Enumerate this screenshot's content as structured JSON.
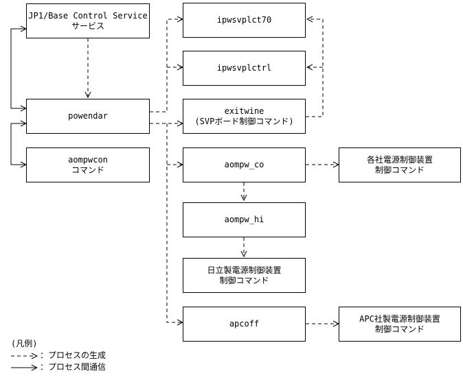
{
  "nodes": {
    "jp1": {
      "line1": "JP1/Base Control Service",
      "line2": "サービス"
    },
    "powendar": {
      "line1": "powendar"
    },
    "aompwcon": {
      "line1": "aompwcon",
      "line2": "コマンド"
    },
    "ipwsvplct70": {
      "line1": "ipwsvplct70"
    },
    "ipwsvplctrl": {
      "line1": "ipwsvplctrl"
    },
    "exitwine": {
      "line1": "exitwine",
      "line2": "(SVPボード制御コマンド)"
    },
    "aompw_co": {
      "line1": "aompw_co"
    },
    "aompw_hi": {
      "line1": "aompw_hi"
    },
    "hitachi_ctrl": {
      "line1": "日立製電源制御装置",
      "line2": "制御コマンド"
    },
    "apcoff": {
      "line1": "apcoff"
    },
    "vendor_ctrl": {
      "line1": "各社電源制御装置",
      "line2": "制御コマンド"
    },
    "apc_ctrl": {
      "line1": "APC社製電源制御装置",
      "line2": "制御コマンド"
    }
  },
  "legend": {
    "title": "(凡例)",
    "dashed_label": "：プロセスの生成",
    "solid_label": "：プロセス間通信"
  }
}
